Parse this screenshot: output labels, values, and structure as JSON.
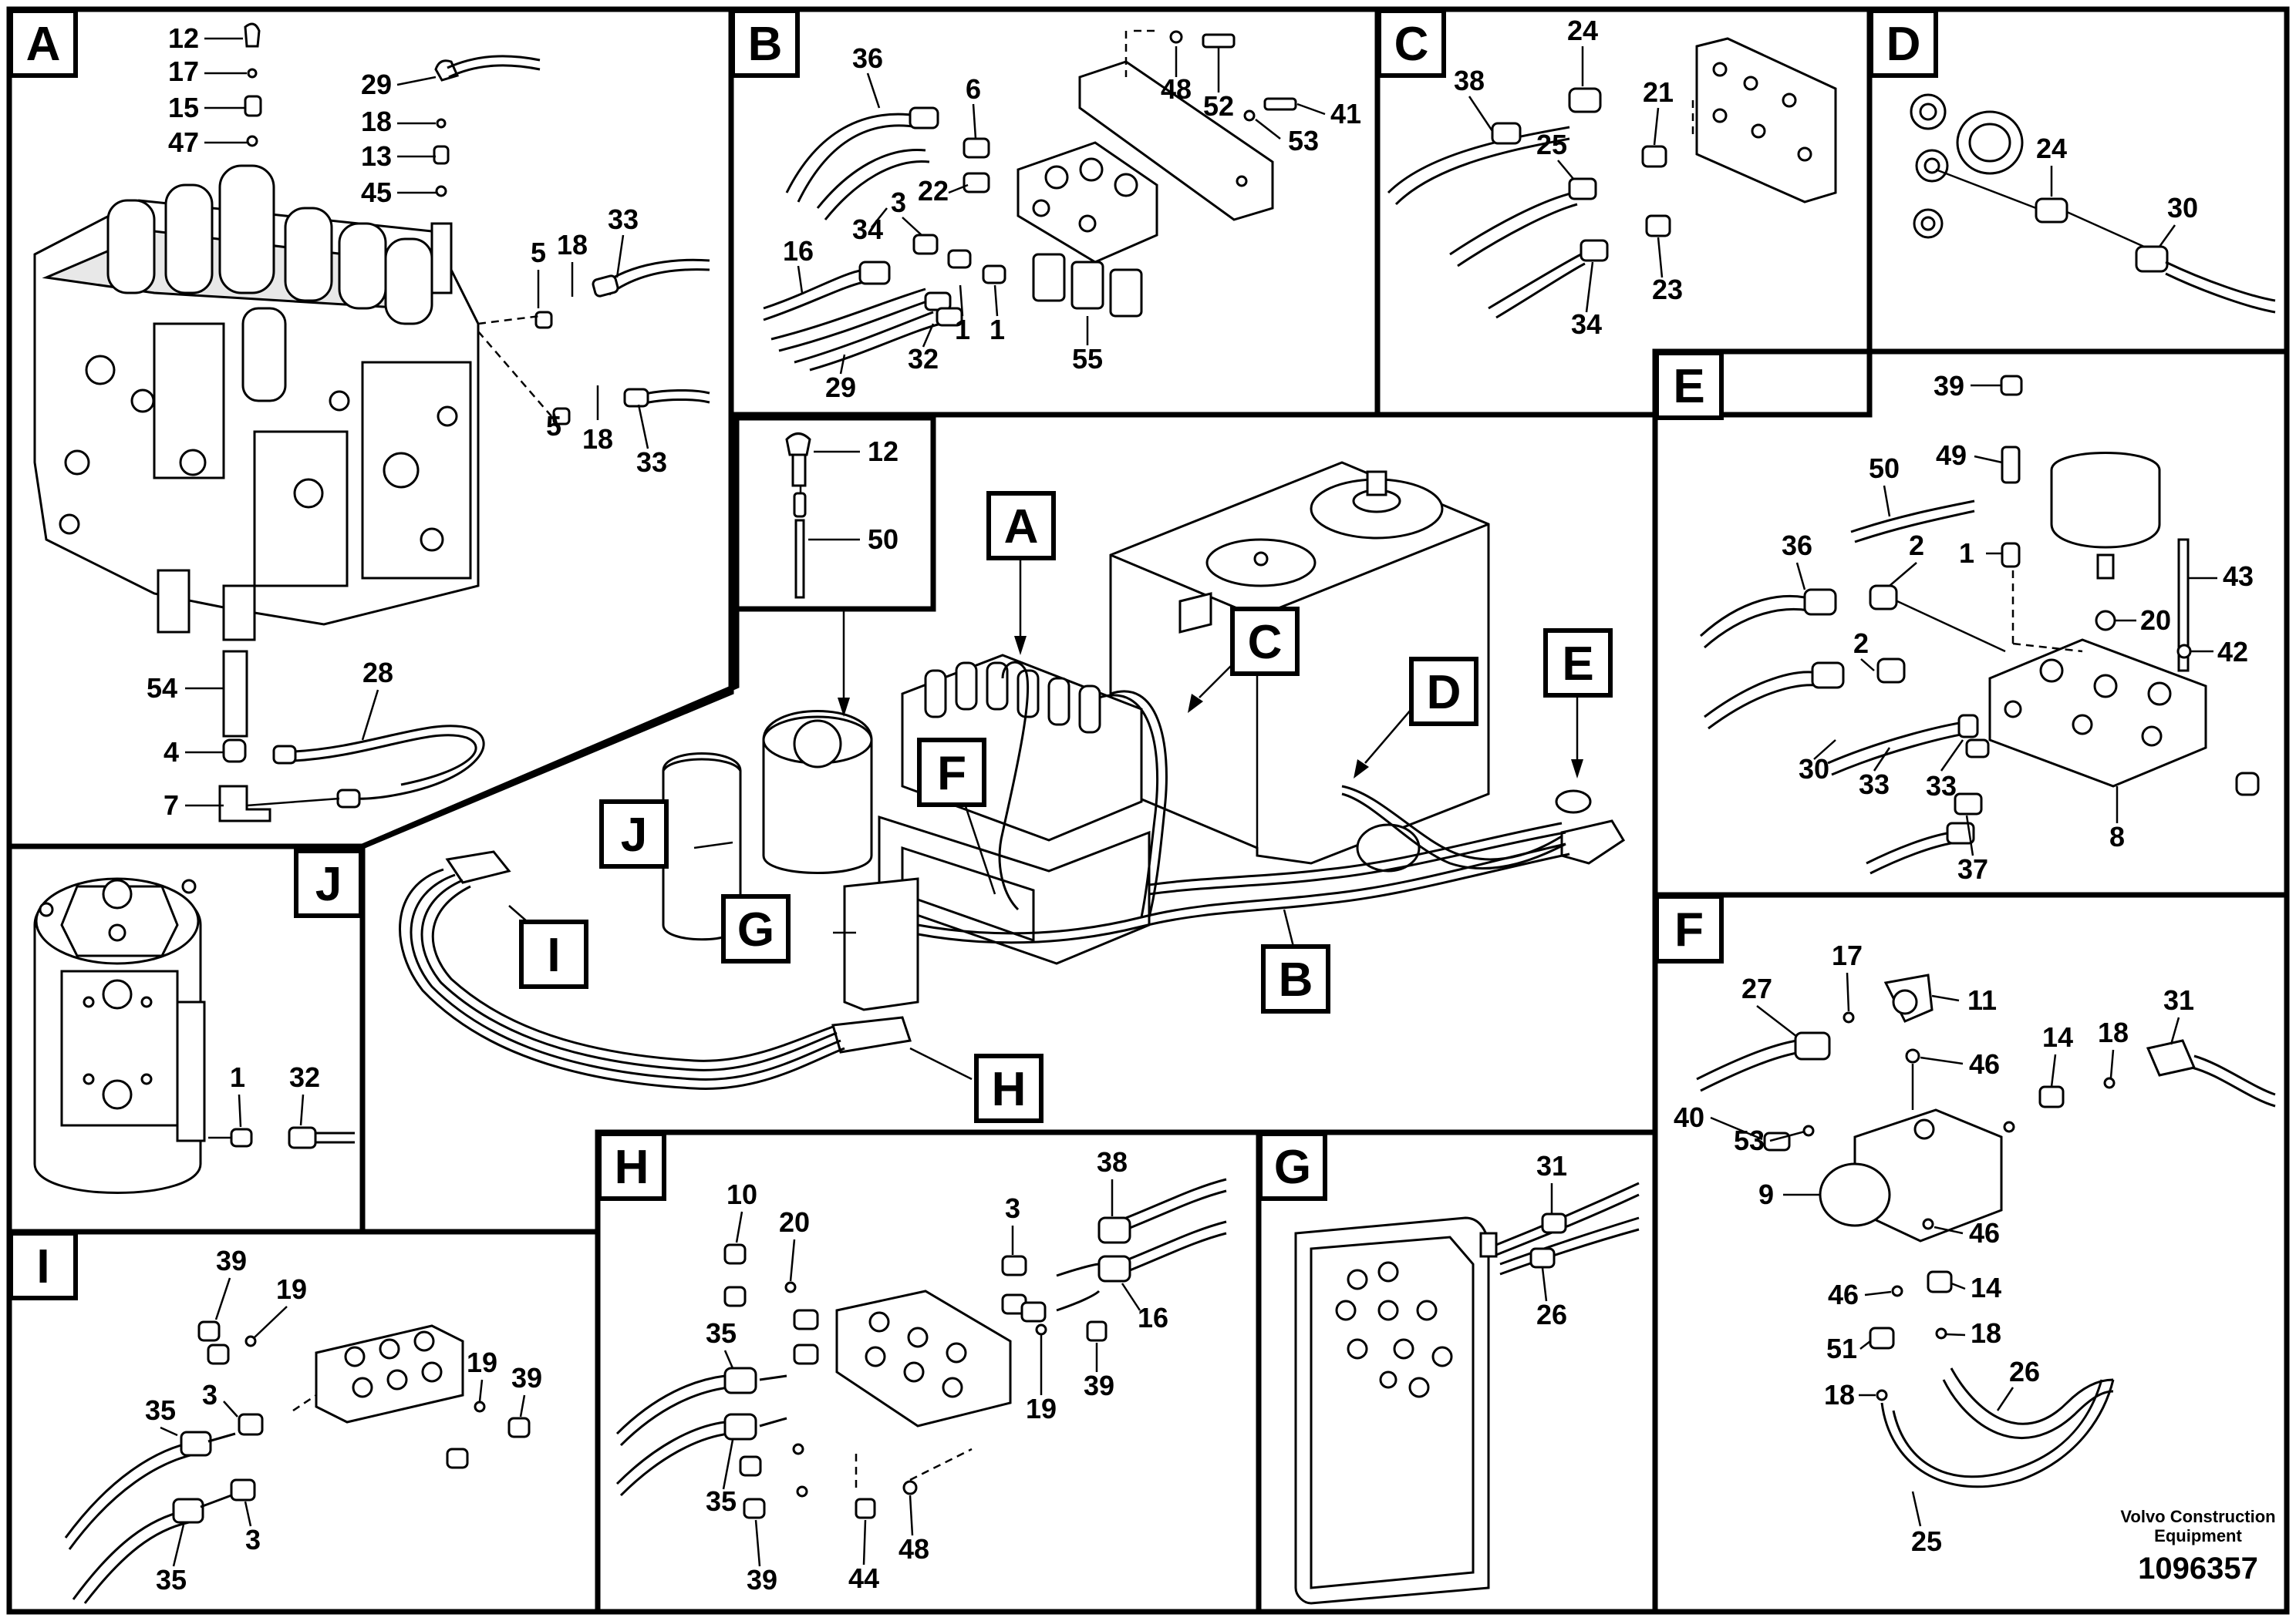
{
  "tags": {
    "A": "A",
    "B": "B",
    "C": "C",
    "D": "D",
    "E": "E",
    "F": "F",
    "G": "G",
    "H": "H",
    "I": "I",
    "J": "J"
  },
  "callouts": {
    "a": [
      "12",
      "17",
      "15",
      "47",
      "29",
      "18",
      "13",
      "45",
      "5",
      "18",
      "33",
      "5",
      "18",
      "33",
      "54",
      "28",
      "4",
      "7"
    ],
    "b": [
      "36",
      "6",
      "22",
      "3",
      "34",
      "16",
      "48",
      "52",
      "53",
      "41",
      "1",
      "1",
      "29",
      "32",
      "55"
    ],
    "c": [
      "38",
      "24",
      "21",
      "25",
      "34",
      "23"
    ],
    "d": [
      "24",
      "30"
    ],
    "e": [
      "39",
      "50",
      "49",
      "36",
      "2",
      "1",
      "20",
      "43",
      "42",
      "2",
      "30",
      "33",
      "33",
      "37",
      "8"
    ],
    "f": [
      "27",
      "17",
      "11",
      "31",
      "46",
      "14",
      "18",
      "40",
      "53",
      "9",
      "46",
      "46",
      "14",
      "51",
      "18",
      "18",
      "26",
      "25"
    ],
    "g": [
      "31",
      "26"
    ],
    "h": [
      "10",
      "20",
      "38",
      "3",
      "35",
      "16",
      "39",
      "19",
      "35",
      "39",
      "44",
      "48"
    ],
    "i": [
      "39",
      "19",
      "19",
      "39",
      "35",
      "3",
      "3",
      "35"
    ],
    "j": [
      "1",
      "32"
    ],
    "detail": [
      "12",
      "50"
    ]
  },
  "footer": {
    "brand_line1": "Volvo Construction",
    "brand_line2": "Equipment",
    "doc_number": "1096357"
  }
}
